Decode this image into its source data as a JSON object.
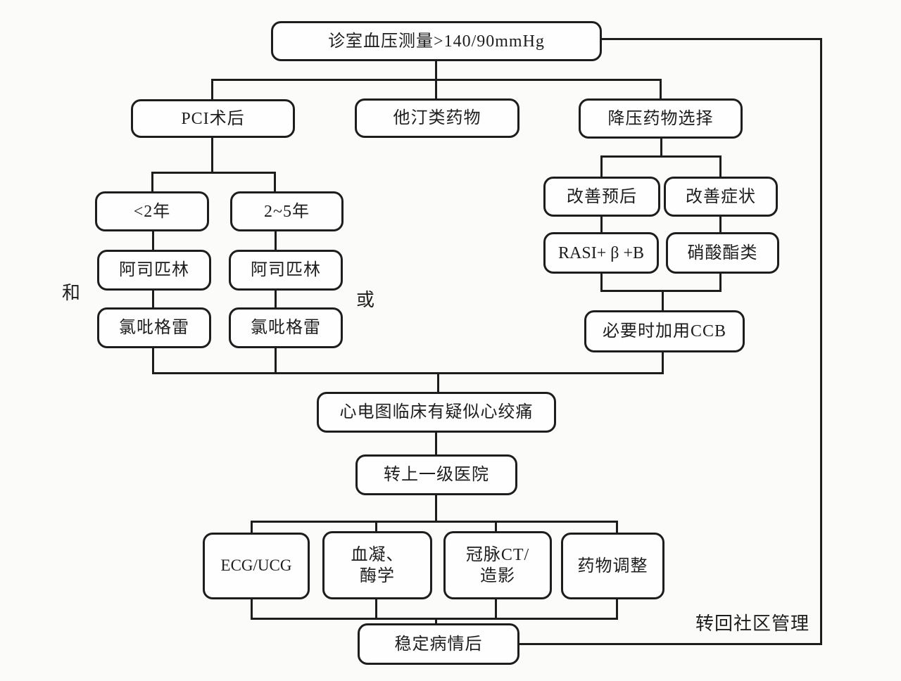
{
  "colors": {
    "background": "#fbfbfa",
    "line": "#1d1d1d",
    "box_fill": "#fefefe"
  },
  "diagram": {
    "nodes": {
      "bp_measure": {
        "label": "诊室血压测量>140/90mmHg"
      },
      "pci": {
        "label": "PCI术后"
      },
      "statin": {
        "label": "他汀类药物"
      },
      "bp_drug": {
        "label": "降压药物选择"
      },
      "lt_2y": {
        "label": "<2年"
      },
      "y2_5": {
        "label": "2~5年"
      },
      "aspirin_1": {
        "label": "阿司匹林"
      },
      "aspirin_2": {
        "label": "阿司匹林"
      },
      "clopidogrel_1": {
        "label": "氯吡格雷"
      },
      "clopidogrel_2": {
        "label": "氯吡格雷"
      },
      "prognosis": {
        "label": "改善预后"
      },
      "symptom": {
        "label": "改善症状"
      },
      "rasi": {
        "label": "RASI+ β +B"
      },
      "nitrate": {
        "label": "硝酸酯类"
      },
      "ccb": {
        "label": "必要时加用CCB"
      },
      "ecg_angina": {
        "label": "心电图临床有疑似心绞痛"
      },
      "refer_up": {
        "label": "转上一级医院"
      },
      "ecg_ucg": {
        "label": "ECG/UCG"
      },
      "coagulation": {
        "line1": "血凝、",
        "line2": "酶学"
      },
      "coronary_ct": {
        "line1": "冠脉CT/",
        "line2": "造影"
      },
      "drug_adjust": {
        "label": "药物调整"
      },
      "stable": {
        "label": "稳定病情后"
      }
    },
    "edge_labels": {
      "and": "和",
      "or": "或",
      "return_community": "转回社区管理"
    }
  }
}
